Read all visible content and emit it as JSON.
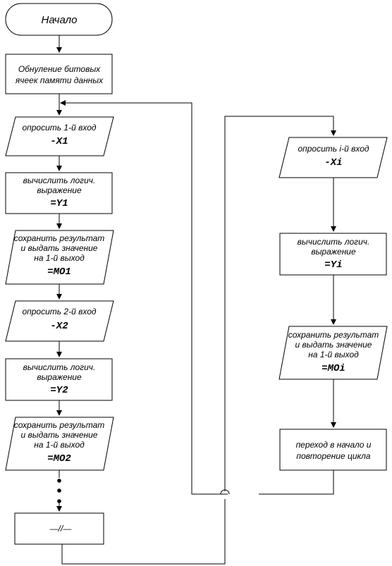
{
  "start": {
    "label": "Начало"
  },
  "init": {
    "line1": "Обнуление битовых",
    "line2": "ячеек памяти данных"
  },
  "left": {
    "input1": {
      "line1": "опросить 1-й вход",
      "var": "-X1"
    },
    "calc1": {
      "line1": "вычислить логич.",
      "line2": "выражение",
      "var": "=Y1"
    },
    "save1": {
      "line1": "сохранить результат",
      "line2": "и выдать значение",
      "line3": "на 1-й выход",
      "var": "=MO1"
    },
    "input2": {
      "line1": "опросить 2-й вход",
      "var": "-X2"
    },
    "calc2": {
      "line1": "вычислить логич.",
      "line2": "выражение",
      "var": "=Y2"
    },
    "save2": {
      "line1": "сохранить результат",
      "line2": "и выдать значение",
      "line3": "на 1-й выход",
      "var": "=MO2"
    },
    "ellipsis_box": {
      "label": "—//—"
    }
  },
  "right": {
    "input_i": {
      "line1": "опросить i-й вход",
      "var": "-Xi"
    },
    "calc_i": {
      "line1": "вычислить логич.",
      "line2": "выражение",
      "var": "=Yi"
    },
    "save_i": {
      "line1": "сохранить результат",
      "line2": "и выдать значение",
      "line3": "на 1-й выход",
      "var": "=MOi"
    },
    "loop": {
      "line1": "переход в начало и",
      "line2": "повторение цикла"
    }
  }
}
